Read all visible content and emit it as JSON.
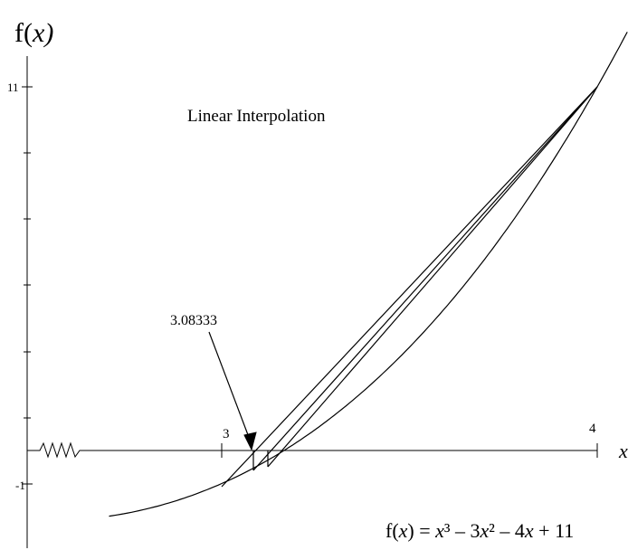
{
  "diagram": {
    "y_axis_label_prefix": "f(",
    "y_axis_label_var": "x",
    "y_axis_label_suffix": ")",
    "x_axis_label": "x",
    "y_tick_top": "11",
    "y_tick_bottom": "-1",
    "x_tick_left": "3",
    "x_tick_right": "4",
    "title": "Linear Interpolation",
    "callout_value": "3.08333",
    "equation": "f(x) = x³ – 3x² – 4x + 11",
    "equation_parts": {
      "p1": "f(",
      "x1": "x",
      "p2": ") = ",
      "x2": "x",
      "p3": "³ – 3",
      "x3": "x",
      "p4": "² – 4",
      "x4": "x",
      "p5": " + 11"
    },
    "function_coefficients": [
      1,
      -3,
      -4,
      11
    ],
    "interval": [
      3,
      4
    ],
    "first_estimate": 3.08333,
    "colors": {
      "ink": "#000000",
      "background": "#ffffff"
    }
  }
}
